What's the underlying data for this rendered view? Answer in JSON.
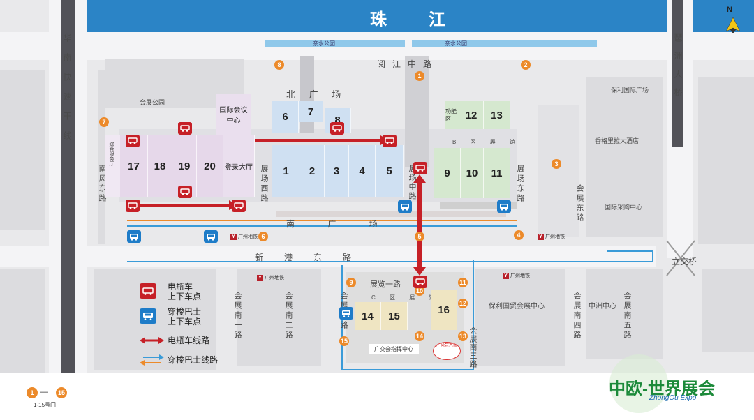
{
  "colors": {
    "river": "#2b84c6",
    "road": "#f7f7f7",
    "block": "#dcdcdf",
    "hallA": "#cfe0f2",
    "hallB": "#d5e8cf",
    "hallC": "#efe5c2",
    "hallWest": "#e6d8ea",
    "ev_line": "#c62027",
    "bus_line_blue": "#3a9bd8",
    "bus_line_orange": "#ec8a2a",
    "gate": "#ec8a2a"
  },
  "river": {
    "name": "珠江"
  },
  "parks": {
    "left": "亲水公园",
    "right": "亲水公园"
  },
  "roads": {
    "yuejiang": "阅江中路",
    "xingang": "新港东路",
    "zhanlan": "展览一路",
    "huanan": "华南快速干线",
    "pazhou": "琶洲大桥",
    "nanfeng": "南风东路",
    "zhanchang_west": "展场西路",
    "zhanchang_middle": "展场中路",
    "zhanchang_east": "展场东路",
    "huizhan_east": "会展东路",
    "huizhan_west": "会展西路",
    "huizhan_south1": "会展南一路",
    "huizhan_south2": "会展南二路",
    "huizhan_south3": "会展南三路",
    "huizhan_south4": "会展南四路",
    "huizhan_south5": "会展南五路",
    "lijiao": "立交桥"
  },
  "places": {
    "huizhan_park": "会展公园",
    "intl_conf": "国际会议中心",
    "registration": "登录大厅",
    "service": "综合服务厅",
    "north_plaza": "北 广 场",
    "south_plaza": "南 广 场",
    "function_area": "功能区",
    "b_zone": "B 区 展 馆",
    "c_zone": "C 区 展 馆",
    "poly_intl": "保利国际广场",
    "shangri_la": "香格里拉大酒店",
    "intl_purchase": "国际采购中心",
    "poly_expo": "保利国贸会展中心",
    "zhongzhou": "中洲中心",
    "command": "广交会指挥中心",
    "canton_fair": "广交会大道",
    "metro": "广州地铁"
  },
  "halls": {
    "h1": "1",
    "h2": "2",
    "h3": "3",
    "h4": "4",
    "h5": "5",
    "h6": "6",
    "h7": "7",
    "h8": "8",
    "h9": "9",
    "h10": "10",
    "h11": "11",
    "h12": "12",
    "h13": "13",
    "h14": "14",
    "h15": "15",
    "h16": "16",
    "h17": "17",
    "h18": "18",
    "h19": "19",
    "h20": "20"
  },
  "gates": [
    "1",
    "2",
    "3",
    "4",
    "5",
    "6",
    "7",
    "8",
    "9",
    "10",
    "11",
    "12",
    "13",
    "14",
    "15"
  ],
  "legend": {
    "ev_stop": "电瓶车\n上下车点",
    "bus_stop": "穿梭巴士\n上下车点",
    "ev_line": "电瓶车线路",
    "bus_line": "穿梭巴士线路",
    "gate_from": "1",
    "gate_to": "15",
    "gate_caption": "1-15号门"
  },
  "compass": "N",
  "logo": {
    "main": "中欧-世界展会",
    "sub": "ZhongOu Expo"
  }
}
